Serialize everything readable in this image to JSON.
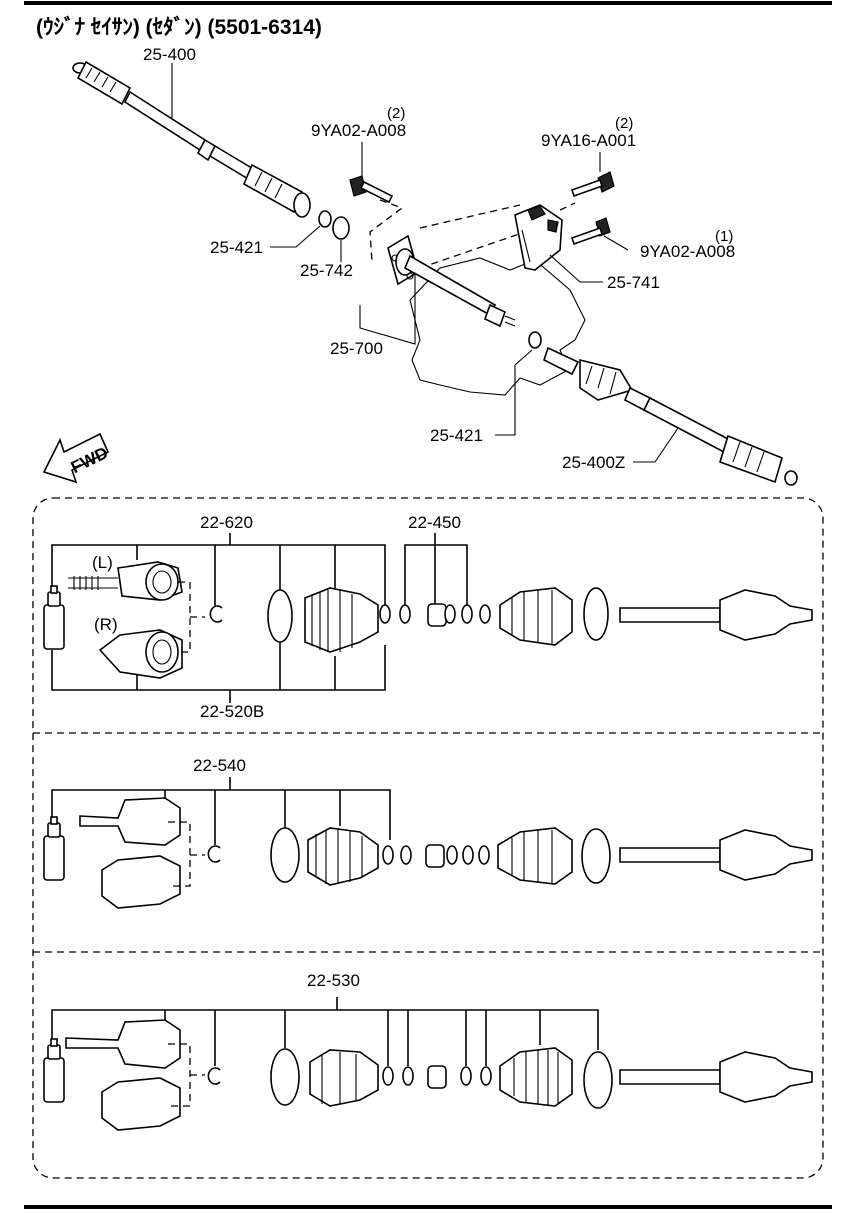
{
  "title": "(ｳｼﾞﾅ ｾｲｻﾝ) (ｾﾀﾞﾝ) (5501-6314)",
  "direction_arrow": "FWD",
  "upper_assembly": {
    "labels": {
      "shaft_upper": "25-400",
      "bolt_a_qty": "(2)",
      "bolt_a": "9YA02-A008",
      "bolt_b_qty": "(2)",
      "bolt_b": "9YA16-A001",
      "bolt_c_qty": "(1)",
      "bolt_c": "9YA02-A008",
      "clip_left": "25-421",
      "ring": "25-742",
      "bracket": "25-741",
      "joint_shaft": "25-700",
      "clip_right": "25-421",
      "shaft_lower": "25-400Z"
    }
  },
  "kits": [
    {
      "labels": {
        "top": "22-620",
        "top2": "22-450",
        "bottom": "22-520B",
        "side_l": "(L)",
        "side_r": "(R)"
      }
    },
    {
      "labels": {
        "top": "22-540"
      }
    },
    {
      "labels": {
        "top": "22-530"
      }
    }
  ]
}
